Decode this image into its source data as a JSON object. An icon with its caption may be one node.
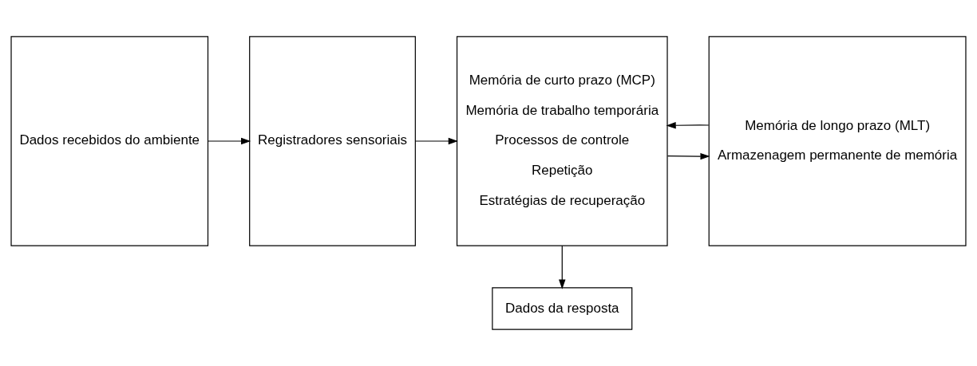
{
  "diagram": {
    "nodes": [
      {
        "text": [
          "Dados recebidos do ambiente"
        ]
      },
      {
        "text": [
          "Registradores sensoriais"
        ]
      },
      {
        "text": [
          "Memória de curto prazo (MCP)",
          "Memória de trabalho temporária",
          "Processos de controle",
          "Repetição",
          "Estratégias de recuperação"
        ]
      },
      {
        "text": [
          "Memória de longo prazo (MLT)",
          "Armazenagem permanente de memória"
        ]
      },
      {
        "text": [
          "Dados da resposta"
        ]
      }
    ],
    "edges": [
      {
        "from": 0,
        "to": 1,
        "arrow": "to"
      },
      {
        "from": 1,
        "to": 2,
        "arrow": "to"
      },
      {
        "from": 2,
        "to": 3,
        "arrow": "to"
      },
      {
        "from": 3,
        "to": 2,
        "arrow": "to"
      },
      {
        "from": 2,
        "to": 4,
        "arrow": "to"
      }
    ]
  }
}
